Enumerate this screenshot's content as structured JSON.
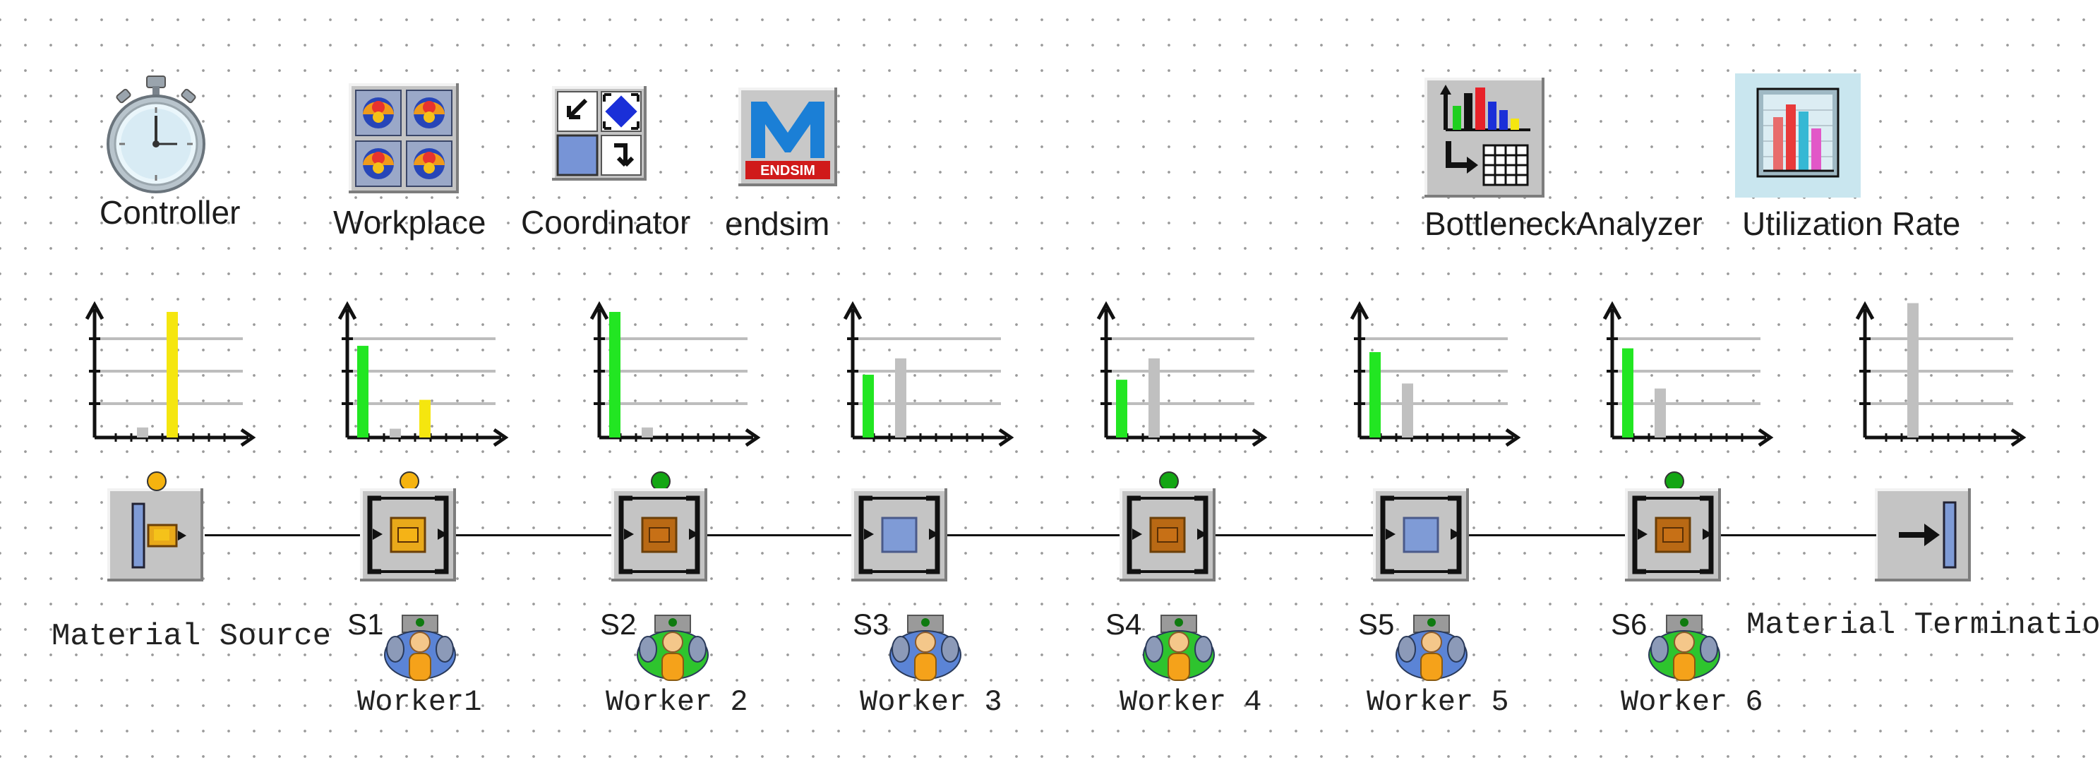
{
  "tools": {
    "controller": "Controller",
    "workplace": "Workplace",
    "coordinator": "Coordinator",
    "endsim": "endsim",
    "endsim_badge": "ENDSIM",
    "bottleneck": "BottleneckAnalyzer",
    "utilization": "Utilization Rate"
  },
  "source": {
    "label": "Material Source"
  },
  "drain": {
    "label": "Material Termination"
  },
  "stations": [
    {
      "tag": "S1",
      "worker": "Worker1"
    },
    {
      "tag": "S2",
      "worker": "Worker 2"
    },
    {
      "tag": "S3",
      "worker": "Worker 3"
    },
    {
      "tag": "S4",
      "worker": "Worker 4"
    },
    {
      "tag": "S5",
      "worker": "Worker 5"
    },
    {
      "tag": "S6",
      "worker": "Worker 6"
    }
  ],
  "colors": {
    "working": "#22e622",
    "waiting": "#c0c0c0",
    "blocked": "#f5e60f",
    "led_blocked": "#f5b30f",
    "led_working": "#13a613",
    "worker_idle": "#5b84d6",
    "worker_busy": "#2ec42e"
  },
  "chart_data": [
    {
      "type": "bar",
      "object": "Material Source",
      "categories": [
        "working",
        "waiting",
        "blocked"
      ],
      "values": [
        0,
        0.08,
        1.0
      ]
    },
    {
      "type": "bar",
      "object": "S1",
      "categories": [
        "working",
        "waiting",
        "blocked"
      ],
      "values": [
        0.73,
        0.07,
        0.3
      ]
    },
    {
      "type": "bar",
      "object": "S2",
      "categories": [
        "working",
        "waiting",
        "blocked"
      ],
      "values": [
        1.0,
        0.08,
        0
      ]
    },
    {
      "type": "bar",
      "object": "S3",
      "categories": [
        "working",
        "waiting",
        "blocked"
      ],
      "values": [
        0.5,
        0.63,
        0
      ]
    },
    {
      "type": "bar",
      "object": "S4",
      "categories": [
        "working",
        "waiting",
        "blocked"
      ],
      "values": [
        0.46,
        0.63,
        0
      ]
    },
    {
      "type": "bar",
      "object": "S5",
      "categories": [
        "working",
        "waiting",
        "blocked"
      ],
      "values": [
        0.68,
        0.43,
        0
      ]
    },
    {
      "type": "bar",
      "object": "S6",
      "categories": [
        "working",
        "waiting",
        "blocked"
      ],
      "values": [
        0.71,
        0.39,
        0
      ]
    },
    {
      "type": "bar",
      "object": "Material Termination",
      "categories": [
        "working",
        "waiting",
        "blocked"
      ],
      "values": [
        0,
        1.07,
        0
      ]
    }
  ],
  "station_state": [
    {
      "part": true,
      "led": "led_blocked",
      "box": "#e9a91a"
    },
    {
      "part": true,
      "led": "led_blocked",
      "box": "#e9a91a"
    },
    {
      "part": true,
      "led": "led_working",
      "box": "#b96914"
    },
    {
      "part": false,
      "led": null,
      "box": "#7f9bd6"
    },
    {
      "part": true,
      "led": "led_working",
      "box": "#b96914"
    },
    {
      "part": false,
      "led": null,
      "box": "#7f9bd6"
    },
    {
      "part": true,
      "led": "led_working",
      "box": "#b96914"
    }
  ],
  "workers_state": [
    "worker_idle",
    "worker_busy",
    "worker_idle",
    "worker_busy",
    "worker_idle",
    "worker_busy"
  ]
}
